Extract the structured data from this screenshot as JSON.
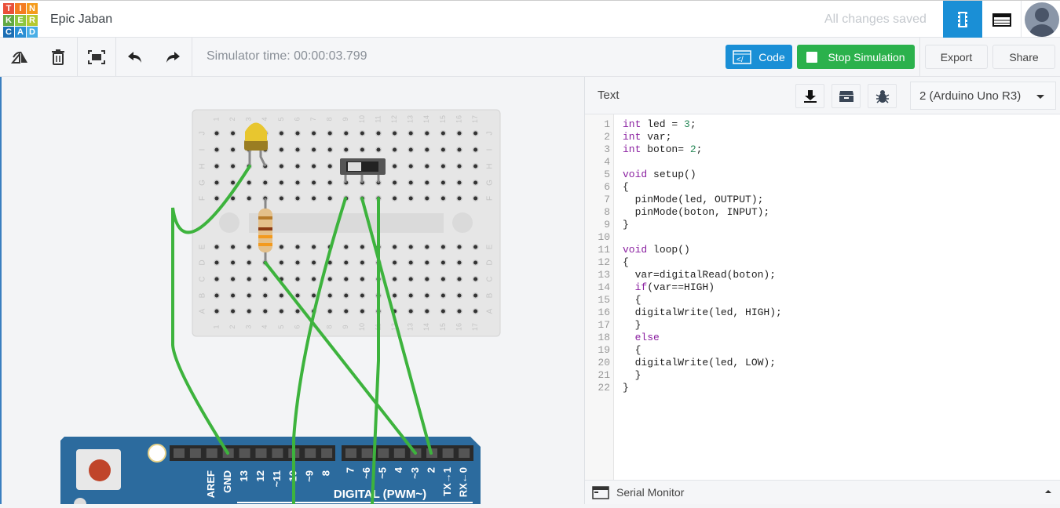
{
  "app": {
    "logo_letters": [
      "T",
      "I",
      "N",
      "K",
      "E",
      "R",
      "C",
      "A",
      "D"
    ],
    "logo_colors": [
      "#e9503a",
      "#f47c21",
      "#f59b1b",
      "#62a943",
      "#8cc63f",
      "#b5c930",
      "#1c6fb5",
      "#2a8fd4",
      "#49aee6"
    ],
    "title": "Epic Jaban",
    "save_status": "All changes saved"
  },
  "toolbar": {
    "sim_time": "Simulator time: 00:00:03.799",
    "code_label": "Code",
    "stop_label": "Stop Simulation",
    "export_label": "Export",
    "share_label": "Share"
  },
  "panel": {
    "mode_label": "Text",
    "board_select": "2 (Arduino Uno R3)",
    "serial_label": "Serial Monitor",
    "code_lines": [
      "int led = 3;",
      "int var;",
      "int boton= 2;",
      "",
      "void setup()",
      "{",
      "  pinMode(led, OUTPUT);",
      "  pinMode(boton, INPUT);",
      "}",
      "",
      "void loop()",
      "{",
      "  var=digitalRead(boton);",
      "  if(var==HIGH)",
      "  {",
      "  digitalWrite(led, HIGH);",
      "  }",
      "  else",
      "  {",
      "  digitalWrite(led, LOW);",
      "  }",
      "}"
    ]
  },
  "breadboard": {
    "columns": [
      "1",
      "2",
      "3",
      "4",
      "5",
      "6",
      "7",
      "8",
      "9",
      "10",
      "11",
      "12",
      "13",
      "14",
      "15",
      "16",
      "17"
    ],
    "rows_top": [
      "J",
      "I",
      "H",
      "G",
      "F"
    ],
    "rows_bottom": [
      "E",
      "D",
      "C",
      "B",
      "A"
    ]
  },
  "arduino": {
    "pins_left": [
      "",
      "",
      "AREF",
      "GND",
      "13",
      "12",
      "~11",
      "~10",
      "~9",
      "8"
    ],
    "pins_right": [
      "7",
      "~6",
      "~5",
      "4",
      "~3",
      "2",
      "TX→1",
      "RX←0"
    ],
    "digital_label": "DIGITAL (PWM~)"
  },
  "colors": {
    "wire": "#3db33d",
    "accent": "#1a8fd6",
    "stop": "#2bb14c",
    "board": "#2c6b9e"
  }
}
